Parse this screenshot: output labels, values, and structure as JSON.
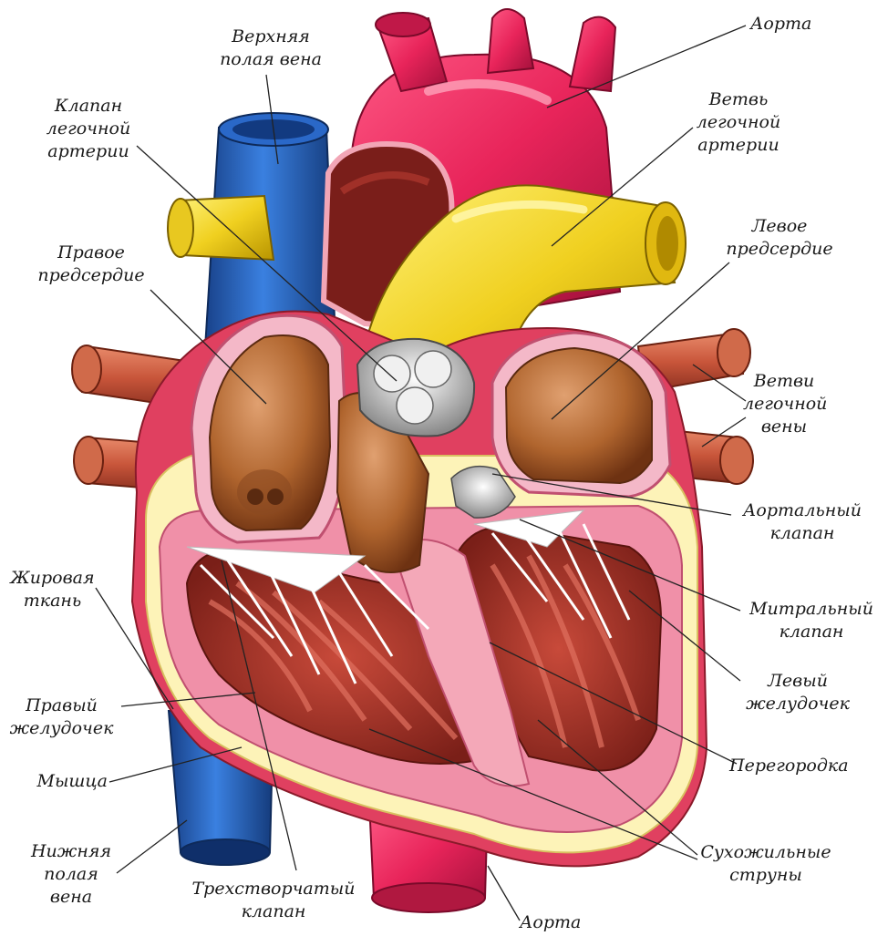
{
  "labels": {
    "superior_vena_cava": "Верхняя\nполая вена",
    "pulmonary_valve": "Клапан\nлегочной\nартерии",
    "right_atrium": "Правое\nпредсердие",
    "aorta_top": "Аорта",
    "pulmonary_artery_branch": "Ветвь\nлегочной\nартерии",
    "left_atrium": "Левое\nпредсердие",
    "pulmonary_vein_branches": "Ветви\nлегочной\nвены",
    "aortic_valve": "Аортальный\nклапан",
    "mitral_valve": "Митральный\nклапан",
    "left_ventricle": "Левый\nжелудочек",
    "septum": "Перегородка",
    "chordae_tendineae": "Сухожильные\nструны",
    "aorta_bottom": "Аорта",
    "tricuspid_valve": "Трехстворчатый\nклапан",
    "inferior_vena_cava": "Нижняя\nполая\nвена",
    "muscle": "Мышца",
    "right_ventricle": "Правый\nжелудочек",
    "fat_tissue": "Жировая\nткань"
  },
  "colors": {
    "aorta": "#e8245a",
    "vena_cava": "#1f5fb8",
    "pulmonary_artery": "#f0d020",
    "pulmonary_vein": "#c8553a",
    "atria": "#b0652e",
    "myocardium": "#a8322a",
    "endocardium": "#f2a6b6",
    "fat": "#fdf3b8",
    "valve": "#d8d8d8"
  }
}
